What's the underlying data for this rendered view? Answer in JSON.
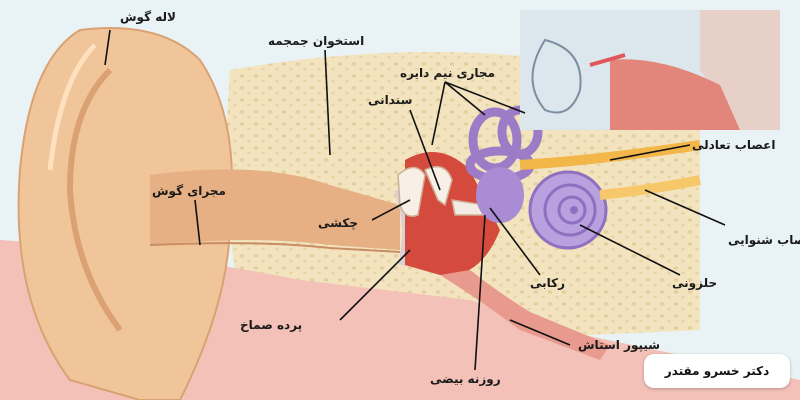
{
  "labels": {
    "auricle": "لاله گوش",
    "skull_bone": "استخوان جمجمه",
    "semicircular_canals": "مجاری نیم دایره",
    "incus": "سندانی",
    "vestibular_nerve": "اعصاب تعادلی",
    "ear_canal": "مجرای گوش",
    "malleus": "چکشی",
    "cochlear_nerve": "اعصاب شنوایی",
    "stapes": "رکابی",
    "cochlea": "حلزونی",
    "eardrum": "پرده صماخ",
    "eustachian_tube": "شیپور استاش",
    "oval_window": "روزنه بیضی"
  },
  "watermark": "دکتر خسرو مقتدر"
}
